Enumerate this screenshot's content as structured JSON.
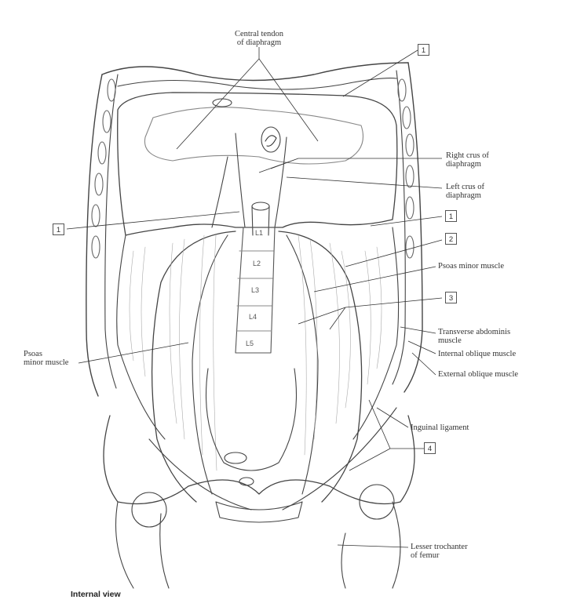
{
  "labels": {
    "central_tendon_l1": "Central tendon",
    "central_tendon_l2": "of diaphragm",
    "right_crus_l1": "Right crus of",
    "right_crus_l2": "diaphragm",
    "left_crus_l1": "Left crus of",
    "left_crus_l2": "diaphragm",
    "psoas_minor_right": "Psoas minor muscle",
    "psoas_minor_left_l1": "Psoas",
    "psoas_minor_left_l2": "minor muscle",
    "transverse_l1": "Transverse abdominis",
    "transverse_l2": "muscle",
    "internal_oblique": "Internal oblique muscle",
    "external_oblique": "External oblique muscle",
    "inguinal": "Inguinal ligament",
    "lesser_troch_l1": "Lesser trochanter",
    "lesser_troch_l2": "of femur"
  },
  "boxes": {
    "top_right": "1",
    "left": "1",
    "mid_right": "1",
    "two": "2",
    "three": "3",
    "four": "4"
  },
  "vertebrae": [
    "L1",
    "L2",
    "L3",
    "L4",
    "L5"
  ],
  "caption": "Internal view"
}
